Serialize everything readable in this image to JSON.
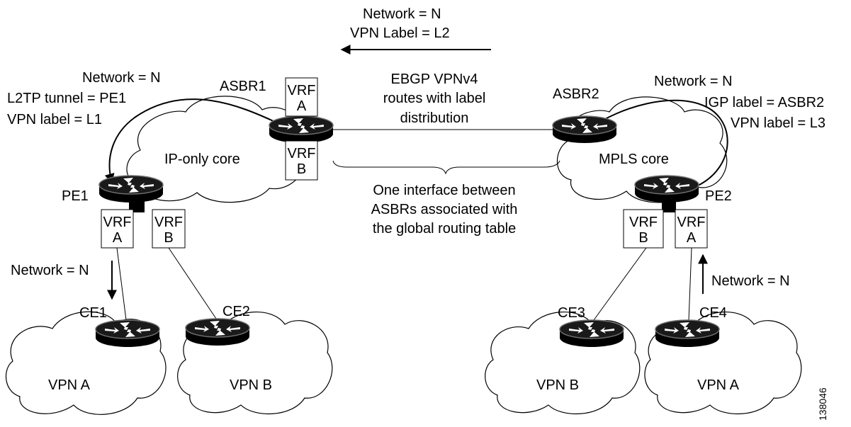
{
  "top_annotation": {
    "line1": "Network = N",
    "line2": "VPN Label = L2"
  },
  "left_annotation": {
    "line1": "Network = N",
    "line2": "L2TP tunnel = PE1",
    "line3": "VPN label = L1"
  },
  "right_annotation": {
    "line1": "Network = N",
    "line2": "IGP label = ASBR2",
    "line3": "VPN label = L3"
  },
  "center_top": {
    "line1": "EBGP VPNv4",
    "line2": "routes with label",
    "line3": "distribution"
  },
  "center_bottom": {
    "line1": "One interface between",
    "line2": "ASBRs associated with",
    "line3": "the global routing table"
  },
  "clouds": {
    "ip_core": "IP-only core",
    "mpls_core": "MPLS core",
    "vpn_a_left": "VPN A",
    "vpn_b_left": "VPN B",
    "vpn_b_right": "VPN B",
    "vpn_a_right": "VPN A"
  },
  "routers": {
    "asbr1": "ASBR1",
    "asbr2": "ASBR2",
    "pe1": "PE1",
    "pe2": "PE2",
    "ce1": "CE1",
    "ce2": "CE2",
    "ce3": "CE3",
    "ce4": "CE4"
  },
  "vrfs": {
    "asbr1_a": {
      "line1": "VRF",
      "line2": "A"
    },
    "asbr1_b": {
      "line1": "VRF",
      "line2": "B"
    },
    "pe1_a": {
      "line1": "VRF",
      "line2": "A"
    },
    "pe1_b": {
      "line1": "VRF",
      "line2": "B"
    },
    "pe2_b": {
      "line1": "VRF",
      "line2": "B"
    },
    "pe2_a": {
      "line1": "VRF",
      "line2": "A"
    }
  },
  "ce1_network": "Network = N",
  "ce4_network": "Network = N",
  "figure_id": "138046"
}
